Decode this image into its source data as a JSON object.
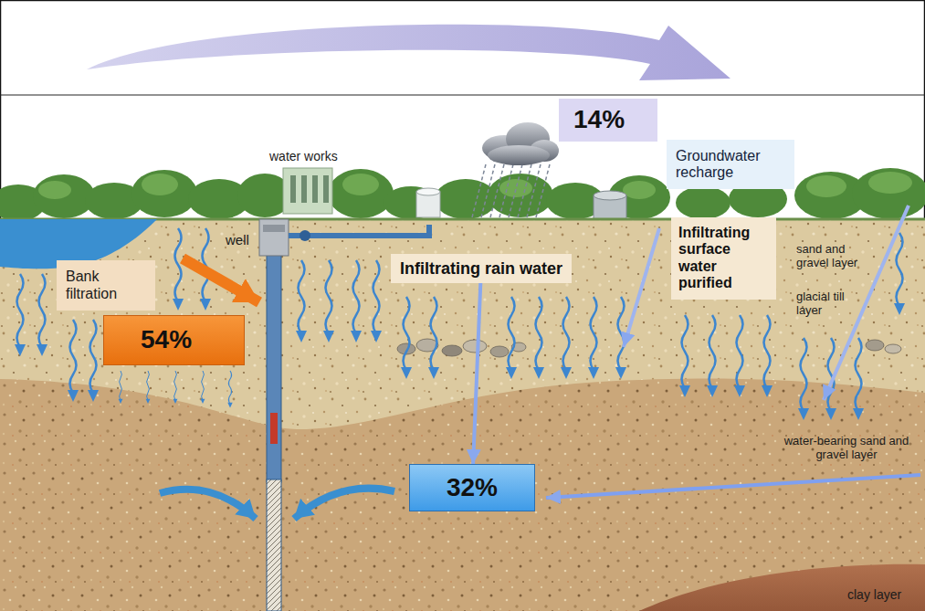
{
  "diagram": {
    "nodes": [
      {
        "text": [
          "14%"
        ]
      },
      {
        "text": [
          "Groundwater recharge"
        ]
      },
      {
        "text": [
          "Bank filtration"
        ]
      },
      {
        "text": [
          "54%"
        ]
      },
      {
        "text": [
          "Infiltrating rain water"
        ]
      },
      {
        "text": [
          "Infiltrating surface water purified"
        ]
      },
      {
        "text": [
          "32%"
        ]
      }
    ],
    "edges": [
      {
        "from": 4,
        "to": 6,
        "arrow": "to"
      }
    ],
    "labels": [
      "water works",
      "well",
      "sand and gravel layer",
      "glacial till layer",
      "water-bearing sand and gravel layer",
      "clay layer"
    ]
  }
}
